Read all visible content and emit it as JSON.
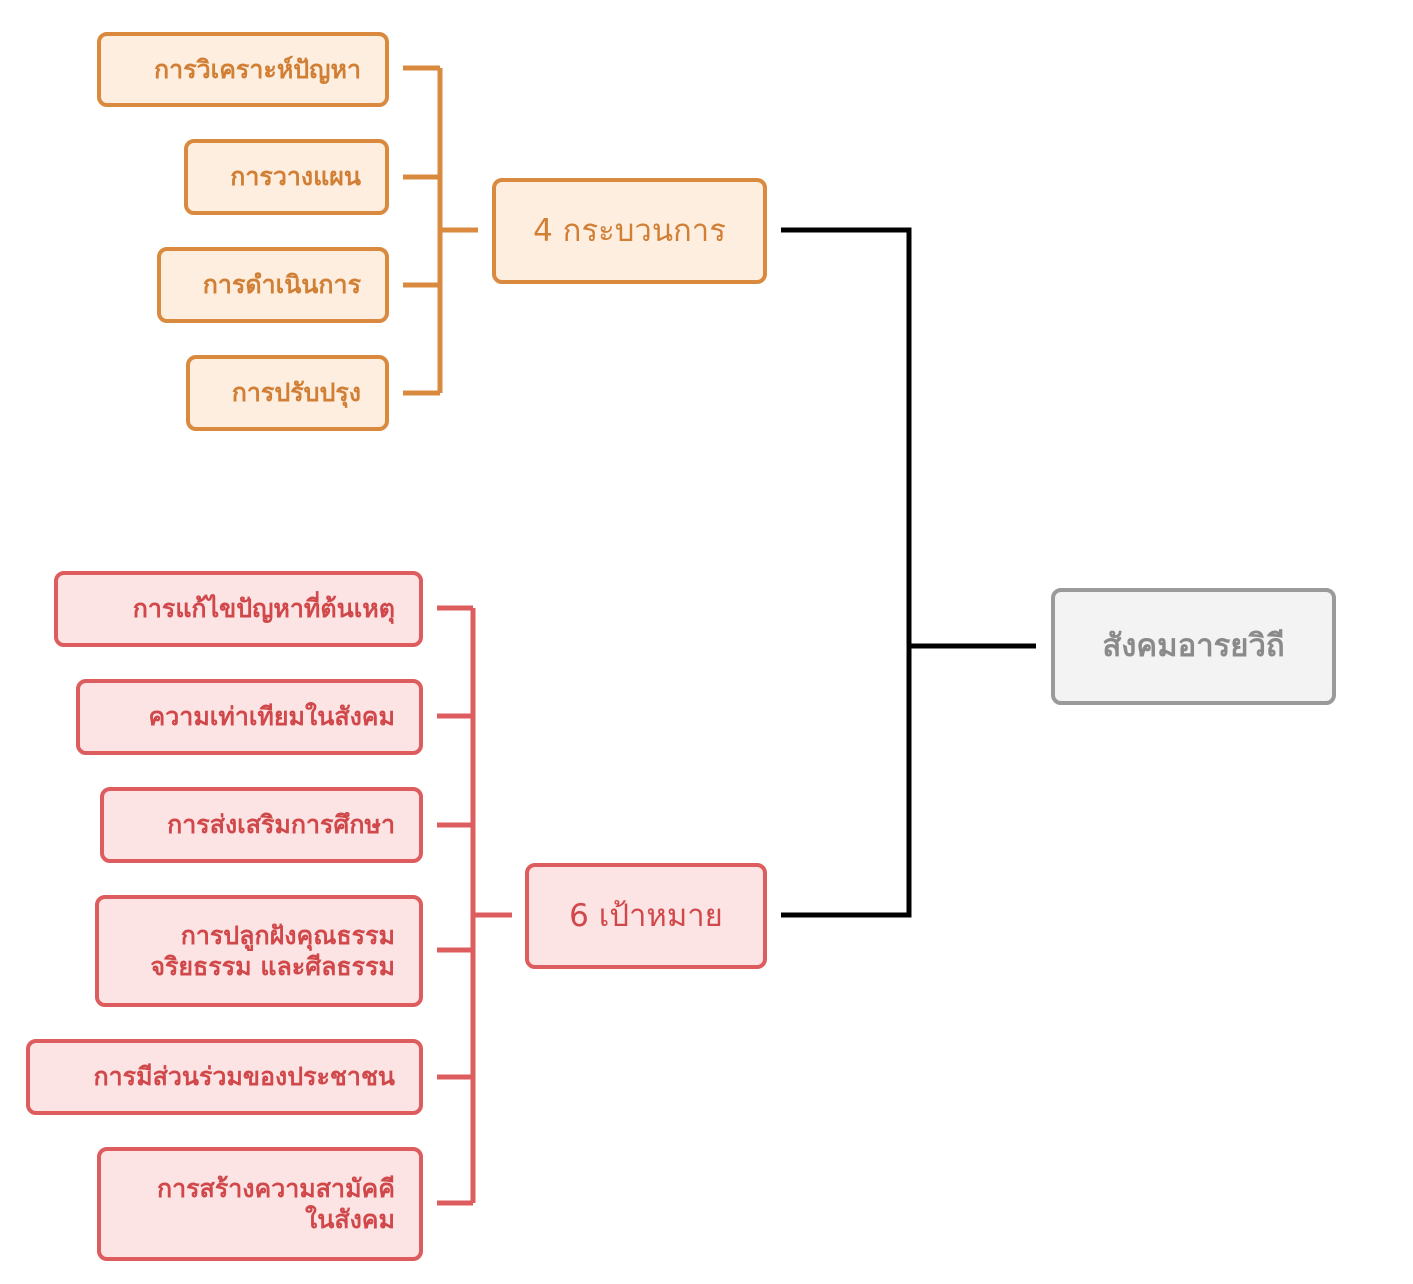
{
  "root": {
    "label": "สังคมอารยวิถี"
  },
  "branches": [
    {
      "label": "4 กระบวนการ",
      "color": "#DA8A3E",
      "children": [
        "การวิเคราะห์ปัญหา",
        "การวางแผน",
        "การดำเนินการ",
        "การปรับปรุง"
      ]
    },
    {
      "label": "6 เป้าหมาย",
      "color": "#DD5C5E",
      "children": [
        "การแก้ไขปัญหาที่ต้นเหตุ",
        "ความเท่าเทียมในสังคม",
        "การส่งเสริมการศึกษา",
        "การปลูกฝังคุณธรรม\nจริยธรรม และศีลธรรม",
        "การมีส่วนร่วมของประชาชน",
        "การสร้างความสามัคคี\nในสังคม"
      ]
    }
  ],
  "connector_color": "#000000"
}
